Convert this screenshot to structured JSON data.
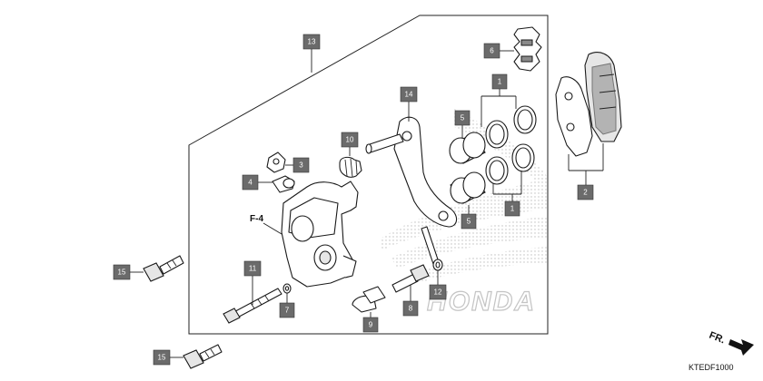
{
  "diagram": {
    "reference": "F-4",
    "code": "KTEDF1000",
    "direction": "FR.",
    "brand_watermark": "HONDA",
    "callouts": [
      "1",
      "1",
      "2",
      "3",
      "4",
      "5",
      "5",
      "6",
      "7",
      "8",
      "9",
      "10",
      "11",
      "12",
      "13",
      "14",
      "15",
      "15"
    ]
  }
}
